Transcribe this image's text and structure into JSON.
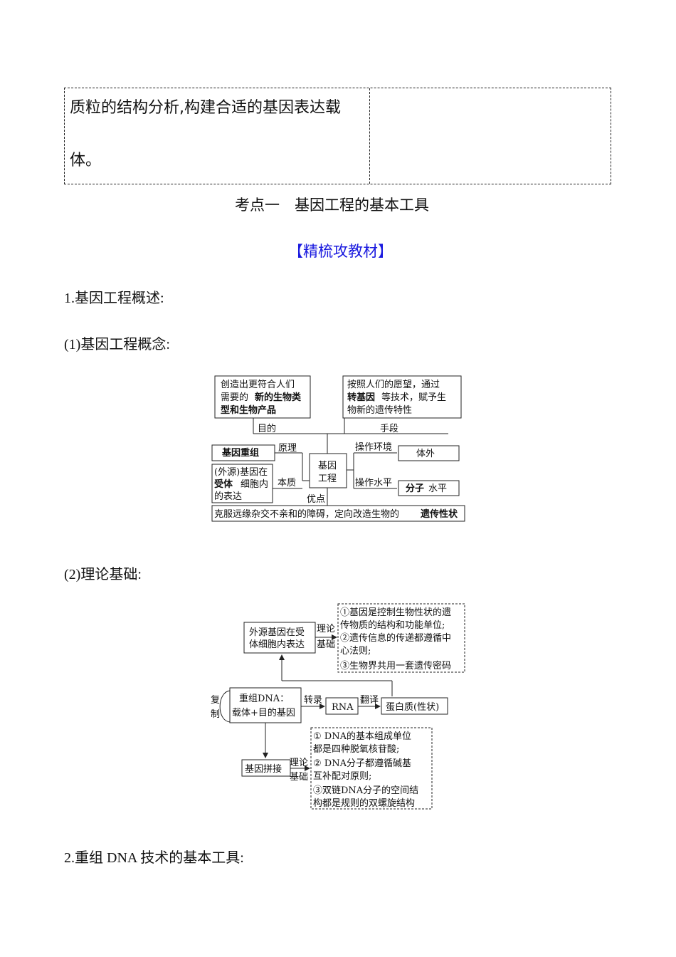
{
  "table": {
    "line1": "质粒的结构分析,构建合适的基因表达载",
    "line2": "体。"
  },
  "section_title": "考点一　基因工程的基本工具",
  "subtitle": "【精梳攻教材】",
  "h1": "1.基因工程概述:",
  "h1_1": "(1)基因工程概念:",
  "h1_2": "(2)理论基础:",
  "h2": "2.重组 DNA 技术的基本工具:",
  "diagram1": {
    "purpose_box": [
      "创造出更符合人们",
      "需要的",
      "新的生物类",
      "型和生物产品"
    ],
    "means_box": [
      "按照人们的愿望，通过",
      "转基因",
      "等技术，赋予生",
      "物新的遗传特性"
    ],
    "purpose_label": "目的",
    "means_label": "手段",
    "principle_box": "基因重组",
    "principle_label": "原理",
    "center": [
      "基因",
      "工程"
    ],
    "env_label": "操作环境",
    "env_box": "体外",
    "essence_box": [
      "(外源)基因在",
      "受体",
      "细胞内",
      "的表达"
    ],
    "essence_label": "本质",
    "level_label": "操作水平",
    "level_box": [
      "分子",
      "水平"
    ],
    "advantage_label": "优点",
    "advantage_box": [
      "克服远缘杂交不亲和的障碍，定向改造生物的",
      "遗传性状"
    ]
  },
  "diagram2": {
    "top_box": [
      "外源基因在受",
      "体细胞内表达"
    ],
    "theory_label": [
      "理论",
      "基础"
    ],
    "top_dashed": [
      "①基因是控制生物性状的遗",
      "传物质的结构和功能单位;",
      "②遗传信息的传递都遵循中",
      "心法则;",
      "③生物界共用一套遗传密码"
    ],
    "copy_label": [
      "复",
      "制"
    ],
    "recomb_box": [
      "重组DNA：",
      "载体+目的基因"
    ],
    "transcribe": "转录",
    "rna": "RNA",
    "translate": "翻译",
    "protein": "蛋白质(性状)",
    "splice_box": "基因拼接",
    "theory_label2": [
      "理论",
      "基础"
    ],
    "bottom_dashed": [
      "① DNA的基本组成单位",
      "都是四种脱氧核苷酸;",
      "② DNA分子都遵循碱基",
      "互补配对原则;",
      "③双链DNA分子的空间结",
      "构都是规则的双螺旋结构"
    ]
  }
}
